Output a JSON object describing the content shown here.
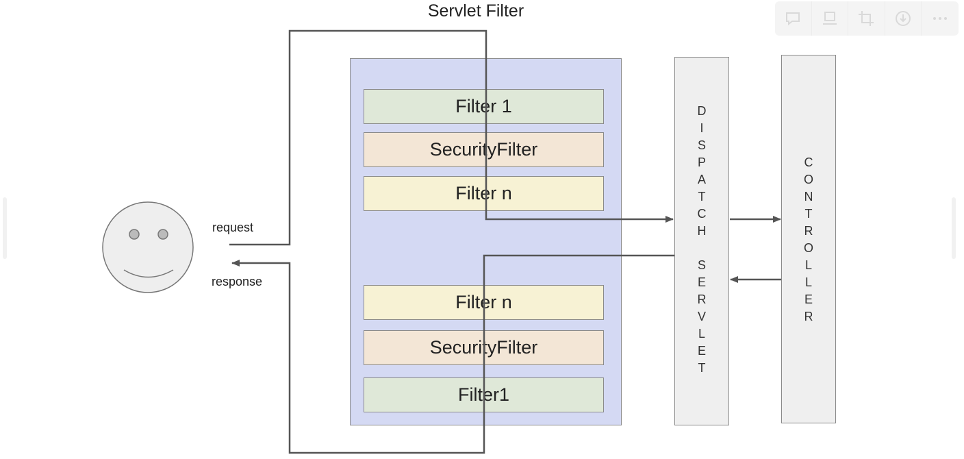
{
  "diagram": {
    "title": "Servlet Filter",
    "request_filters": [
      "Filter 1",
      "SecurityFilter",
      "Filter n"
    ],
    "response_filters": [
      "Filter n",
      "SecurityFilter",
      "Filter1"
    ],
    "dispatcher_label": "D\nI\nS\nP\nA\nT\nC\nH\n \nS\nE\nR\nV\nL\nE\nT",
    "controller_label": "C\nO\nN\nT\nR\nO\nL\nL\nE\nR",
    "request_label": "request",
    "response_label": "response"
  },
  "colors": {
    "chain_background": "#d4d9f3",
    "filter_green": "#dfe8d8",
    "filter_tan": "#f3e6d6",
    "filter_yellow": "#f7f2d4",
    "box_gray": "#efefef",
    "line": "#555555"
  },
  "toolbar": {
    "icons": [
      "comment-icon",
      "present-icon",
      "crop-icon",
      "download-icon",
      "more-icon"
    ]
  }
}
